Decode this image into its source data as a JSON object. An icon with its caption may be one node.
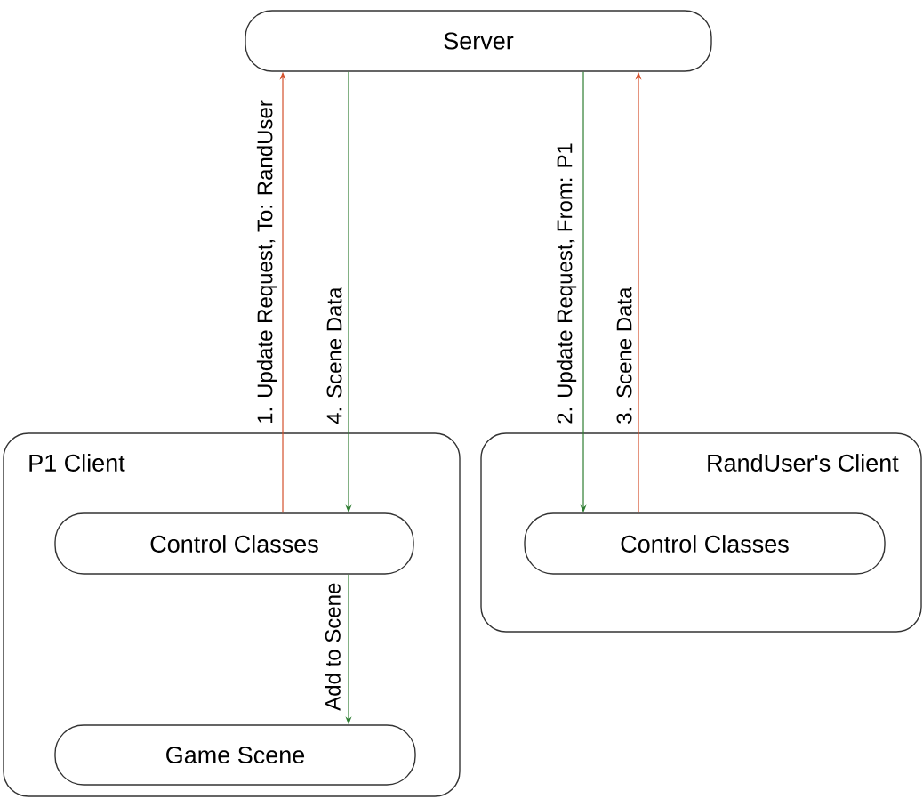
{
  "diagram": {
    "nodes": [
      {
        "text": [
          "Server"
        ]
      },
      {
        "text": [
          "P1 Client"
        ]
      },
      {
        "text": [
          "Control Classes"
        ],
        "in": 1
      },
      {
        "text": [
          "Game Scene"
        ],
        "in": 1
      },
      {
        "text": [
          "RandUser's Client"
        ]
      },
      {
        "text": [
          "Control Classes"
        ],
        "in": 4
      }
    ],
    "edges": [
      {
        "from": 2,
        "to": 0,
        "arrow": "to",
        "label": "1. Update Request, To: RandUser",
        "color": "#d4502c"
      },
      {
        "from": 0,
        "to": 2,
        "arrow": "to",
        "label": "4. Scene Data"
      },
      {
        "from": 0,
        "to": 5,
        "arrow": "to",
        "label": "2. Update Request, From: P1"
      },
      {
        "from": 5,
        "to": 0,
        "arrow": "to",
        "label": "3. Scene Data",
        "color": "#d4502c"
      },
      {
        "from": 2,
        "to": 3,
        "arrow": "to",
        "label": "Add to Scene"
      }
    ]
  }
}
